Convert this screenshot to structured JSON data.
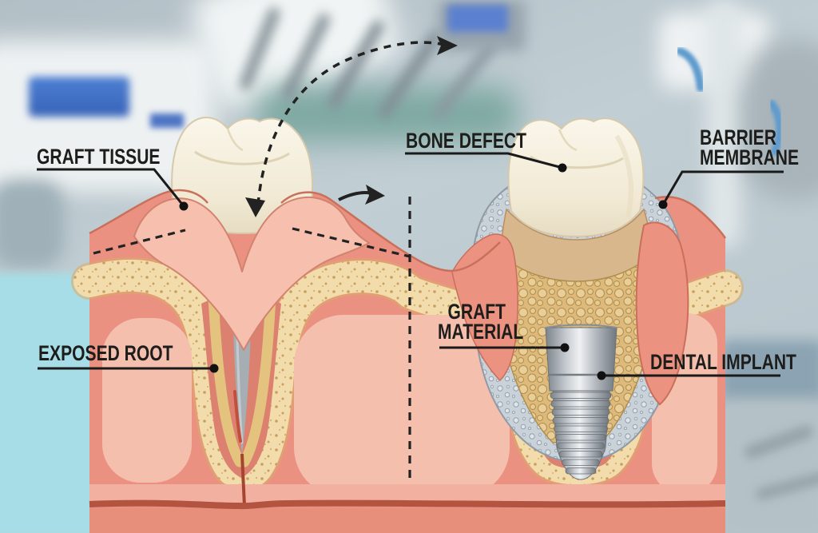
{
  "figure": {
    "labels": {
      "graft_tissue": "GRAFT TISSUE",
      "bone_defect": "BONE DEFECT",
      "barrier_membrane": {
        "line1": "BARRIER",
        "line2": "MEMBRANE"
      },
      "exposed_root": "EXPOSED ROOT",
      "graft_material": {
        "line1": "GRAFT",
        "line2": "MATERIAL"
      },
      "dental_implant": "DENTAL IMPLANT"
    },
    "colors": {
      "label_text": "#1d1d1b",
      "leader_line": "#1a1a1a",
      "gum_outer": "#ea9181",
      "gum_inner_light": "#f5bfae",
      "graft_tissue_pink": "#f7c0ae",
      "bone_yellow": "#f2dcab",
      "bone_speckle": "#c99f5d",
      "graft_granules": "#ddb97c",
      "barrier_membrane_gray": "#c9d2d9",
      "tooth_enamel": "#f5efdf",
      "implant_metal": "#b4bac0",
      "exposed_root_gray": "#a6aeb3",
      "vessel_red": "#b25440",
      "background_blue_gray": "#bcc8cf",
      "chair_cyan": "#a6dde6",
      "instrument_blue": "#5e9bcd"
    }
  }
}
